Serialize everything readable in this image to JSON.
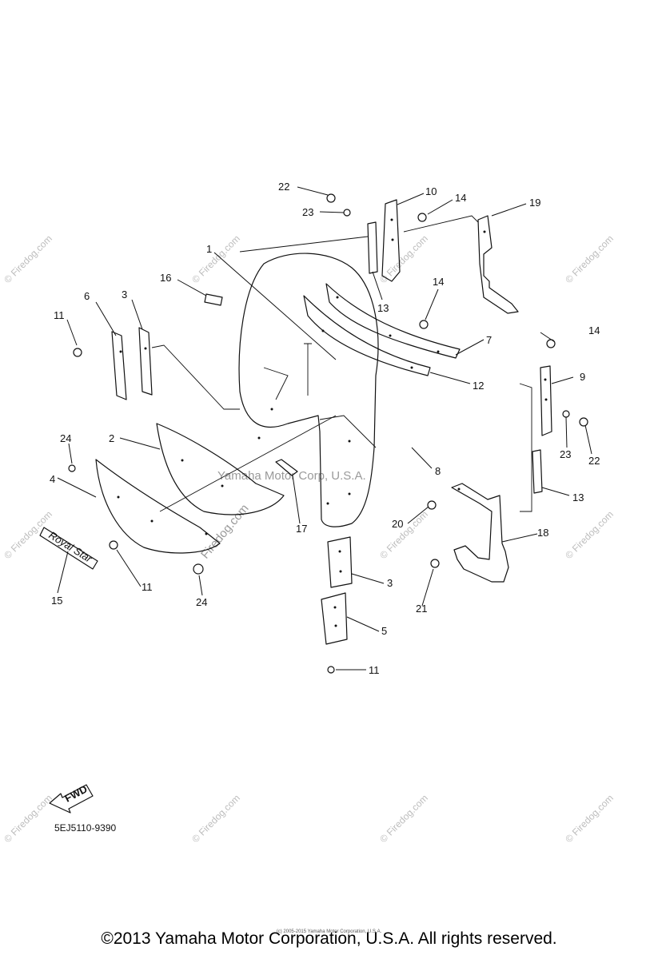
{
  "diagram": {
    "callouts": [
      "22",
      "10",
      "14",
      "19",
      "23",
      "1",
      "13",
      "16",
      "14",
      "6",
      "3",
      "11",
      "7",
      "14",
      "12",
      "9",
      "24",
      "2",
      "8",
      "23",
      "22",
      "4",
      "13",
      "17",
      "20",
      "18",
      "15",
      "11",
      "24",
      "3",
      "21",
      "5",
      "11"
    ],
    "emblem_text": "Royal Star",
    "fwd_label": "FWD",
    "part_code": "5EJ5110-9390",
    "watermark_center": "Yamaha Motor Corp, U.S.A.",
    "watermark_firedog": "Firedog.com",
    "watermark_tile": "© Firedog.com"
  },
  "footer": {
    "copyright": "©2013 Yamaha Motor Corporation, U.S.A. All rights reserved.",
    "tiny": "(c) 2005-2015 Yamaha Motor Corporation, U.S.A."
  }
}
